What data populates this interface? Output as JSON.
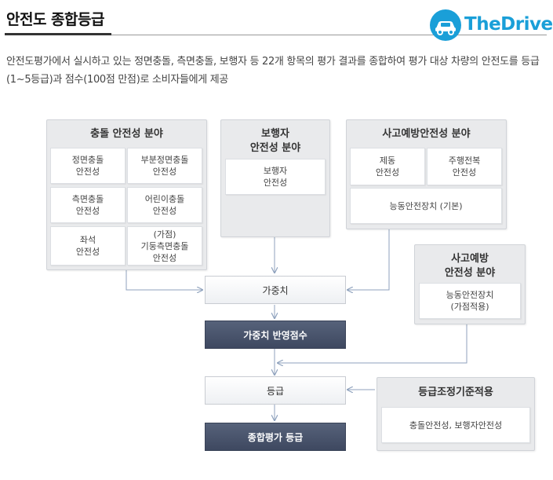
{
  "header": {
    "title": "안전도 종합등급",
    "logo_text": "TheDrive",
    "logo_icon": "car-icon",
    "accent_color": "#1a9fd8"
  },
  "description": "안전도평가에서 실시하고 있는 정면충돌, 측면충돌, 보행자 등 22개 항목의 평가 결과를 종합하여 평가 대상 차량의 안전도를 등급(1~5등급)과 점수(100점 만점)로 소비자들에게 제공",
  "diagram": {
    "collision": {
      "title": "충돌 안전성 분야",
      "items": [
        "정면충돌\n안전성",
        "부분정면충돌\n안전성",
        "측면충돌\n안전성",
        "어린이충돌\n안전성",
        "좌석\n안전성",
        "(가점)\n기둥측면충돌\n안전성"
      ]
    },
    "pedestrian": {
      "title": "보행자\n안전성 분야",
      "items": [
        "보행자\n안전성"
      ]
    },
    "prevention": {
      "title": "사고예방안전성 분야",
      "items": [
        "제동\n안전성",
        "주행전복\n안전성",
        "능동안전장치 (기본)"
      ]
    },
    "prevention_bonus": {
      "title": "사고예방\n안전성 분야",
      "items": [
        "능동안전장치\n(가점적용)"
      ]
    },
    "weight": "가중치",
    "weighted_score": "가중치 반영점수",
    "grade": "등급",
    "grade_adjust": {
      "title": "등급조정기준적용",
      "item": "충돌안전성, 보행자안전성"
    },
    "final_grade": "종합평가 등급"
  }
}
